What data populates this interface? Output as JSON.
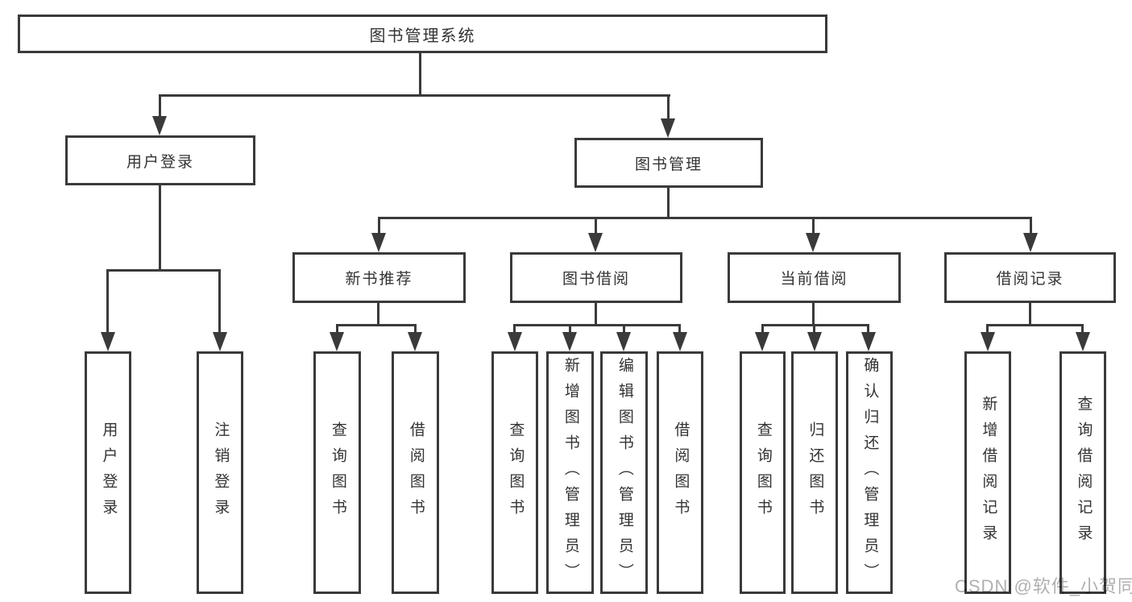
{
  "page": {
    "type": "functional-structure-diagram",
    "watermark": "CSDN @软件_小贺同学"
  },
  "colors": {
    "line": "#3a3a3a",
    "text": "#333333",
    "box_fill": "#ffffff",
    "watermark": "#b0b0b0",
    "background": "#ffffff"
  },
  "tree": {
    "label": "图书管理系统",
    "children": [
      {
        "label": "用户登录",
        "children": [
          {
            "label": "用户登录"
          },
          {
            "label": "注销登录"
          }
        ]
      },
      {
        "label": "图书管理",
        "children": [
          {
            "label": "新书推荐",
            "children": [
              {
                "label": "查询图书"
              },
              {
                "label": "借阅图书"
              }
            ]
          },
          {
            "label": "图书借阅",
            "children": [
              {
                "label": "查询图书"
              },
              {
                "label": "新增图书（管理员）"
              },
              {
                "label": "编辑图书（管理员）"
              },
              {
                "label": "借阅图书"
              }
            ]
          },
          {
            "label": "当前借阅",
            "children": [
              {
                "label": "查询图书"
              },
              {
                "label": "归还图书"
              },
              {
                "label": "确认归还（管理员）"
              }
            ]
          },
          {
            "label": "借阅记录",
            "children": [
              {
                "label": "新增借阅记录"
              },
              {
                "label": "查询借阅记录"
              }
            ]
          }
        ]
      }
    ]
  }
}
